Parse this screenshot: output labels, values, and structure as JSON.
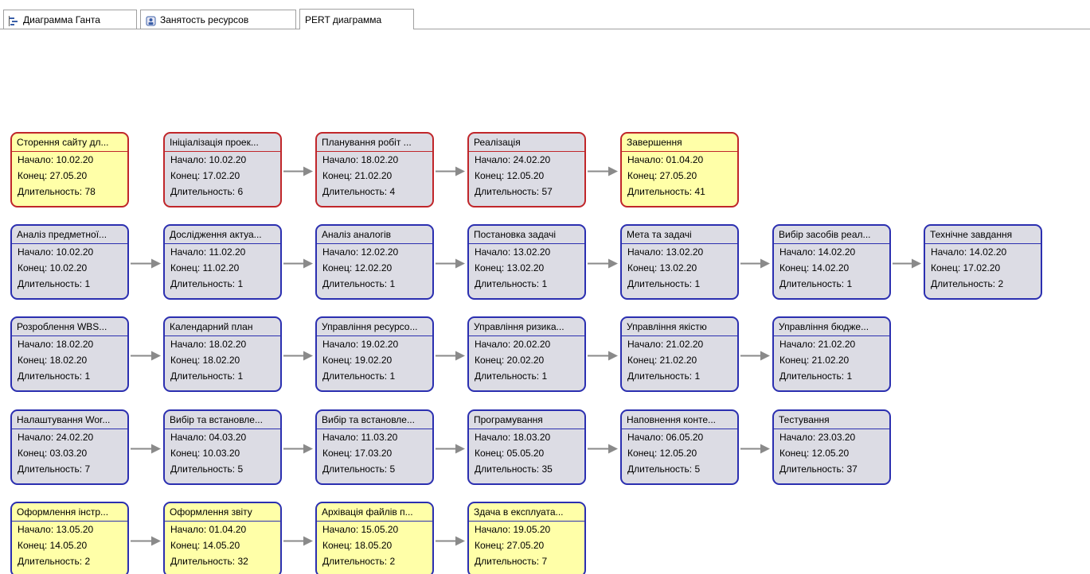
{
  "tabs": [
    {
      "label": "Диаграмма Ганта",
      "icon": "gantt-icon",
      "active": false
    },
    {
      "label": "Занятость ресурсов",
      "icon": "resource-icon",
      "active": false
    },
    {
      "label": "PERT диаграмма",
      "icon": "",
      "active": true
    }
  ],
  "labels": {
    "start": "Начало: ",
    "end": "Конец: ",
    "duration": "Длительность: "
  },
  "colors": {
    "critical_border": "#c0262a",
    "normal_border": "#2b2fb0",
    "node_fill": "#dcdce4",
    "milestone_fill": "#ffffa8",
    "arrow": "#8a8a8a"
  },
  "rows": [
    [
      {
        "title": "Сторення сайту дл...",
        "start": "10.02.20",
        "end": "27.05.20",
        "duration": "78",
        "critical": true,
        "highlight": true
      },
      {
        "title": "Ініціалізація проек...",
        "start": "10.02.20",
        "end": "17.02.20",
        "duration": "6",
        "critical": true,
        "highlight": false
      },
      {
        "title": "Планування робіт ...",
        "start": "18.02.20",
        "end": "21.02.20",
        "duration": "4",
        "critical": true,
        "highlight": false
      },
      {
        "title": "Реалізація",
        "start": "24.02.20",
        "end": "12.05.20",
        "duration": "57",
        "critical": true,
        "highlight": false
      },
      {
        "title": "Завершення",
        "start": "01.04.20",
        "end": "27.05.20",
        "duration": "41",
        "critical": true,
        "highlight": true
      }
    ],
    [
      {
        "title": "Аналіз предметної...",
        "start": "10.02.20",
        "end": "10.02.20",
        "duration": "1",
        "critical": false,
        "highlight": false
      },
      {
        "title": "Дослідження актуа...",
        "start": "11.02.20",
        "end": "11.02.20",
        "duration": "1",
        "critical": false,
        "highlight": false
      },
      {
        "title": "Аналіз аналогів",
        "start": "12.02.20",
        "end": "12.02.20",
        "duration": "1",
        "critical": false,
        "highlight": false
      },
      {
        "title": "Постановка задачі",
        "start": "13.02.20",
        "end": "13.02.20",
        "duration": "1",
        "critical": false,
        "highlight": false
      },
      {
        "title": "Мета та задачі",
        "start": "13.02.20",
        "end": "13.02.20",
        "duration": "1",
        "critical": false,
        "highlight": false
      },
      {
        "title": "Вибір засобів реал...",
        "start": "14.02.20",
        "end": "14.02.20",
        "duration": "1",
        "critical": false,
        "highlight": false
      },
      {
        "title": "Технічне завдання",
        "start": "14.02.20",
        "end": "17.02.20",
        "duration": "2",
        "critical": false,
        "highlight": false
      }
    ],
    [
      {
        "title": "Розроблення WBS...",
        "start": "18.02.20",
        "end": "18.02.20",
        "duration": "1",
        "critical": false,
        "highlight": false
      },
      {
        "title": "Календарний план",
        "start": "18.02.20",
        "end": "18.02.20",
        "duration": "1",
        "critical": false,
        "highlight": false
      },
      {
        "title": "Управління ресурсо...",
        "start": "19.02.20",
        "end": "19.02.20",
        "duration": "1",
        "critical": false,
        "highlight": false
      },
      {
        "title": "Управління ризика...",
        "start": "20.02.20",
        "end": "20.02.20",
        "duration": "1",
        "critical": false,
        "highlight": false
      },
      {
        "title": "Управління якістю",
        "start": "21.02.20",
        "end": "21.02.20",
        "duration": "1",
        "critical": false,
        "highlight": false
      },
      {
        "title": "Управління бюдже...",
        "start": "21.02.20",
        "end": "21.02.20",
        "duration": "1",
        "critical": false,
        "highlight": false
      }
    ],
    [
      {
        "title": "Налаштування Wor...",
        "start": "24.02.20",
        "end": "03.03.20",
        "duration": "7",
        "critical": false,
        "highlight": false
      },
      {
        "title": "Вибір та встановле...",
        "start": "04.03.20",
        "end": "10.03.20",
        "duration": "5",
        "critical": false,
        "highlight": false
      },
      {
        "title": "Вибір та встановле...",
        "start": "11.03.20",
        "end": "17.03.20",
        "duration": "5",
        "critical": false,
        "highlight": false
      },
      {
        "title": "Програмування",
        "start": "18.03.20",
        "end": "05.05.20",
        "duration": "35",
        "critical": false,
        "highlight": false
      },
      {
        "title": "Наповнення конте...",
        "start": "06.05.20",
        "end": "12.05.20",
        "duration": "5",
        "critical": false,
        "highlight": false
      },
      {
        "title": "Тестування",
        "start": "23.03.20",
        "end": "12.05.20",
        "duration": "37",
        "critical": false,
        "highlight": false
      }
    ],
    [
      {
        "title": "Оформлення інстр...",
        "start": "13.05.20",
        "end": "14.05.20",
        "duration": "2",
        "critical": false,
        "highlight": true
      },
      {
        "title": "Оформлення звіту",
        "start": "01.04.20",
        "end": "14.05.20",
        "duration": "32",
        "critical": false,
        "highlight": true
      },
      {
        "title": "Архівація файлів п...",
        "start": "15.05.20",
        "end": "18.05.20",
        "duration": "2",
        "critical": false,
        "highlight": true
      },
      {
        "title": "Здача в експлуата...",
        "start": "19.05.20",
        "end": "27.05.20",
        "duration": "7",
        "critical": false,
        "highlight": true
      }
    ]
  ],
  "links": [
    {
      "row": 0,
      "from": 1,
      "to": 2
    },
    {
      "row": 0,
      "from": 2,
      "to": 3
    },
    {
      "row": 0,
      "from": 3,
      "to": 4
    },
    {
      "row": 1,
      "from": 0,
      "to": 1
    },
    {
      "row": 1,
      "from": 1,
      "to": 2
    },
    {
      "row": 1,
      "from": 2,
      "to": 3
    },
    {
      "row": 1,
      "from": 3,
      "to": 4
    },
    {
      "row": 1,
      "from": 4,
      "to": 5
    },
    {
      "row": 1,
      "from": 5,
      "to": 6
    },
    {
      "row": 2,
      "from": 0,
      "to": 1
    },
    {
      "row": 2,
      "from": 1,
      "to": 2
    },
    {
      "row": 2,
      "from": 2,
      "to": 3
    },
    {
      "row": 2,
      "from": 3,
      "to": 4
    },
    {
      "row": 2,
      "from": 4,
      "to": 5
    },
    {
      "row": 3,
      "from": 0,
      "to": 1
    },
    {
      "row": 3,
      "from": 1,
      "to": 2
    },
    {
      "row": 3,
      "from": 2,
      "to": 3
    },
    {
      "row": 3,
      "from": 3,
      "to": 4
    },
    {
      "row": 3,
      "from": 4,
      "to": 5
    },
    {
      "row": 4,
      "from": 0,
      "to": 1
    },
    {
      "row": 4,
      "from": 1,
      "to": 2
    },
    {
      "row": 4,
      "from": 2,
      "to": 3
    }
  ]
}
